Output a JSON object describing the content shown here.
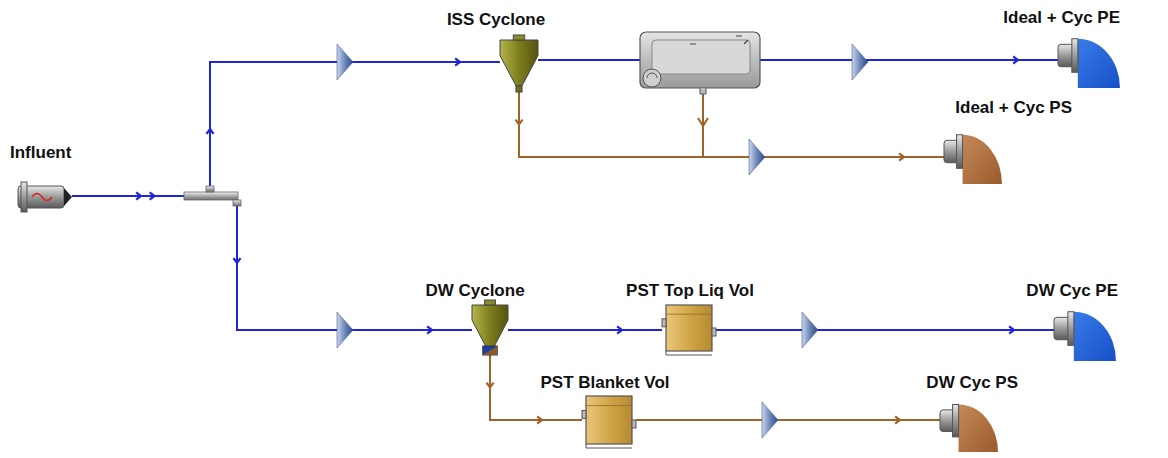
{
  "diagram": {
    "nodes": [
      {
        "text": [
          "Influent"
        ]
      },
      {
        "text": [
          "ISS Cyclone"
        ]
      },
      {
        "text": [
          "Ideal + Cyc PE"
        ]
      },
      {
        "text": [
          "Ideal + Cyc PS"
        ]
      },
      {
        "text": [
          "DW Cyclone"
        ]
      },
      {
        "text": [
          "PST Top Liq Vol"
        ]
      },
      {
        "text": [
          "DW Cyc PE"
        ]
      },
      {
        "text": [
          "PST Blanket Vol"
        ]
      },
      {
        "text": [
          "DW Cyc PS"
        ]
      }
    ],
    "edges": [
      {
        "from": 0,
        "to": 1,
        "arrow": "to"
      },
      {
        "from": 0,
        "to": 4,
        "arrow": "to"
      },
      {
        "from": 1,
        "to": 2,
        "arrow": "to"
      },
      {
        "from": 1,
        "to": 3,
        "arrow": "to"
      },
      {
        "from": 4,
        "to": 5,
        "arrow": "to"
      },
      {
        "from": 5,
        "to": 6,
        "arrow": "to"
      },
      {
        "from": 4,
        "to": 7,
        "arrow": "to"
      },
      {
        "from": 7,
        "to": 8,
        "arrow": "to"
      }
    ]
  }
}
